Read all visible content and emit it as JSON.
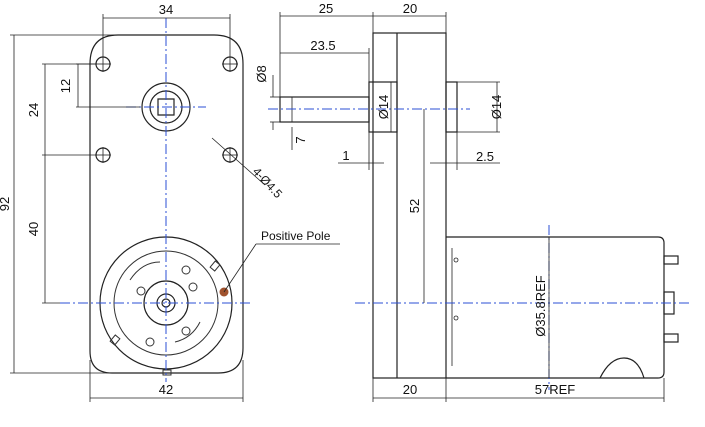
{
  "front_view": {
    "dims": {
      "top_width": "34",
      "hole_offset": "12",
      "shaft_to_holes": "24",
      "total_height": "92",
      "shaft_to_motor": "40",
      "bottom_width": "42",
      "holes": "4-Ø4.5"
    },
    "callout": "Positive Pole"
  },
  "side_view": {
    "dims": {
      "shaft_length_total": "25",
      "gearbox_depth_top": "20",
      "shaft_length": "23.5",
      "shaft_dia": "Ø8",
      "flat": "7",
      "boss_dia_left": "Ø14",
      "boss_dia_right": "Ø14",
      "boss_len_left": "1",
      "boss_len_right": "2.5",
      "shaft_to_motor_center": "52",
      "motor_dia": "Ø35.8REF",
      "gearbox_depth_bottom": "20",
      "motor_length": "57REF"
    }
  },
  "colors": {
    "centerline": "#2b4fd6",
    "positive_pole": "#a0522d"
  }
}
